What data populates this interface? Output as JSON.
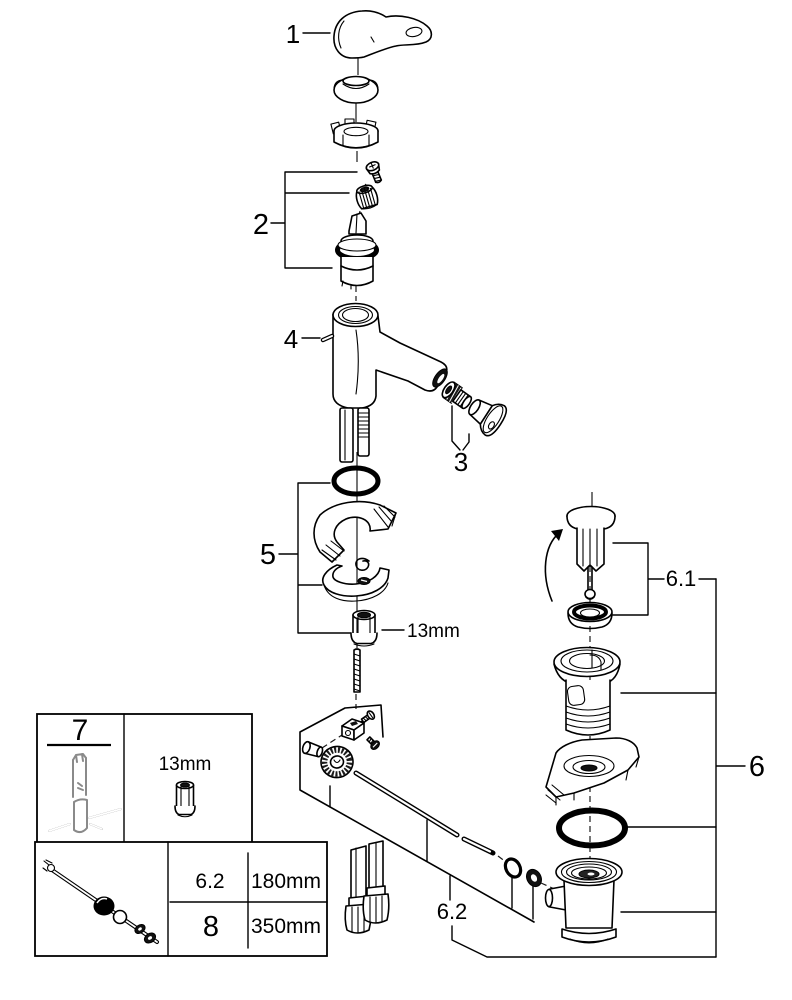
{
  "diagram": {
    "background": "#ffffff",
    "line_color": "#000000",
    "tool_color": "#8a8a8a",
    "labels": {
      "part1": "1",
      "part2": "2",
      "part3": "3",
      "part4": "4",
      "part5": "5",
      "part6": "6",
      "part6_1": "6.1",
      "part6_2": "6.2",
      "part7": "7"
    },
    "annotations": {
      "wrench_size": "13mm",
      "tool_size": "13mm"
    },
    "size_table": {
      "rows": [
        {
          "ref": "6.2",
          "length": "180mm"
        },
        {
          "ref": "8",
          "length": "350mm"
        }
      ]
    }
  }
}
